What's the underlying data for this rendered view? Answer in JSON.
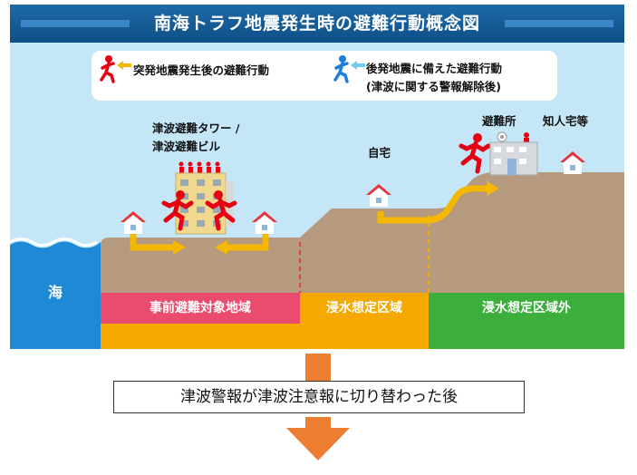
{
  "title": "南海トラフ地震発生時の避難行動概念図",
  "legend": {
    "red_text": "突発地震発生後の避難行動",
    "blue_text_line1": "後発地震に備えた避難行動",
    "blue_text_line2": "(津波に関する警報解除後)"
  },
  "labels": {
    "tower_line1": "津波避難タワー /",
    "tower_line2": "津波避難ビル",
    "home": "自宅",
    "shelter": "避難所",
    "acquaintance": "知人宅等",
    "sea": "海"
  },
  "zones": [
    {
      "label": "事前避難対象地域",
      "color": "#ea4c6d"
    },
    {
      "label": "浸水想定区域",
      "color": "#f5a800"
    },
    {
      "label": "浸水想定区域外",
      "color": "#3bae3c"
    }
  ],
  "colors": {
    "sea": "#1e8ad6",
    "ground": "#b69a7f",
    "sky": "#c4e6f7",
    "red_arrow": "#e50012",
    "blue_arrow": "#1e7ed7",
    "path": "#f5b800",
    "down_arrow": "#ed7d31"
  },
  "notice": "津波警報が津波注意報に切り替わった後",
  "icons": [
    "running-person-red-icon",
    "running-person-blue-icon",
    "house-icon",
    "tower-building-icon",
    "shelter-building-icon",
    "down-arrow-icon"
  ]
}
